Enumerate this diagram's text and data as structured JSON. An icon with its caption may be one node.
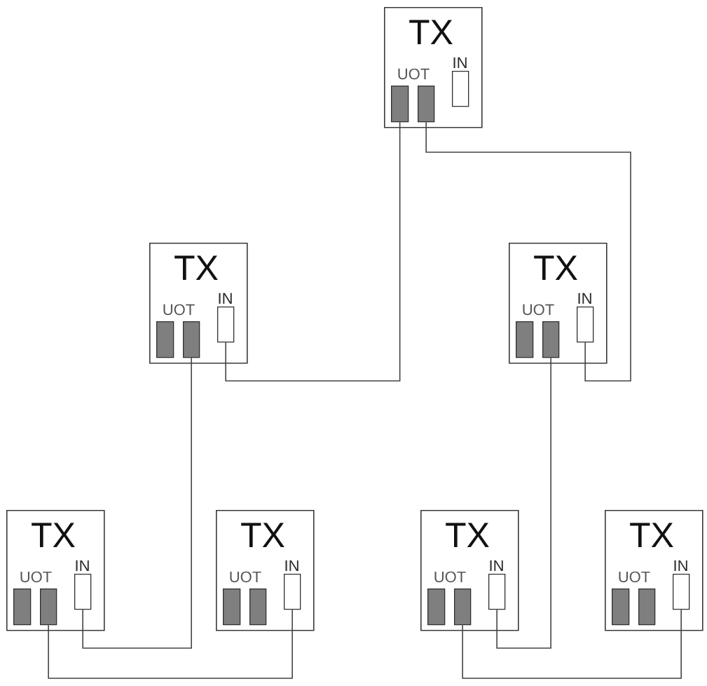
{
  "diagram": {
    "nodes": [
      {
        "text": [
          "TX",
          "UOT"
        ]
      },
      {
        "text": [],
        "shape": "box",
        "in": 0
      },
      {
        "text": [],
        "shape": "box",
        "in": 0
      },
      {
        "text": [
          "IN"
        ],
        "in": 0
      },
      {
        "text": [
          "TX",
          "UOT"
        ]
      },
      {
        "text": [],
        "shape": "box",
        "in": 4
      },
      {
        "text": [],
        "shape": "box",
        "in": 4
      },
      {
        "text": [
          "IN"
        ],
        "in": 4
      },
      {
        "text": [
          "TX",
          "UOT"
        ]
      },
      {
        "text": [],
        "shape": "box",
        "in": 8
      },
      {
        "text": [],
        "shape": "box",
        "in": 8
      },
      {
        "text": [
          "IN"
        ],
        "in": 8
      },
      {
        "text": [
          "TX",
          "UOT"
        ]
      },
      {
        "text": [],
        "shape": "box",
        "in": 12
      },
      {
        "text": [],
        "shape": "box",
        "in": 12
      },
      {
        "text": [
          "IN"
        ],
        "in": 12
      },
      {
        "text": [
          "TX",
          "UOT"
        ]
      },
      {
        "text": [],
        "shape": "box",
        "in": 16
      },
      {
        "text": [],
        "shape": "box",
        "in": 16
      },
      {
        "text": [
          "IN"
        ],
        "in": 16
      },
      {
        "text": [
          "TX",
          "UOT"
        ]
      },
      {
        "text": [],
        "shape": "box",
        "in": 20
      },
      {
        "text": [],
        "shape": "box",
        "in": 20
      },
      {
        "text": [
          "IN"
        ],
        "in": 20
      },
      {
        "text": [
          "TX",
          "UOT"
        ]
      },
      {
        "text": [],
        "shape": "box",
        "in": 24
      },
      {
        "text": [],
        "shape": "box",
        "in": 24
      },
      {
        "text": [
          "IN"
        ],
        "in": 24
      }
    ],
    "edges": [
      {
        "from": 1,
        "to": 7,
        "arrow": "none"
      },
      {
        "from": 2,
        "to": 11,
        "arrow": "none"
      },
      {
        "from": 6,
        "to": 15,
        "arrow": "none"
      },
      {
        "from": 14,
        "to": 19,
        "arrow": "none"
      },
      {
        "from": 10,
        "to": 23,
        "arrow": "none"
      },
      {
        "from": 22,
        "to": 27,
        "arrow": "none"
      }
    ]
  }
}
